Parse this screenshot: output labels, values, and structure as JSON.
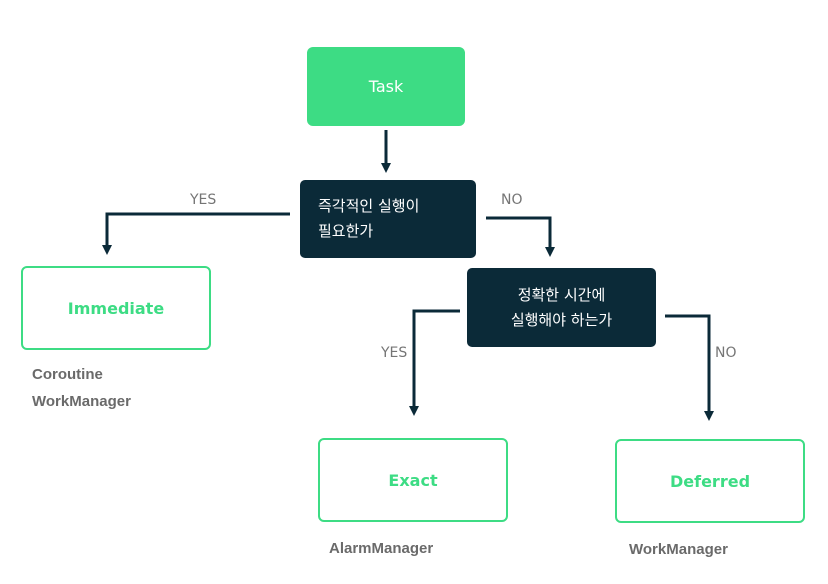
{
  "task": {
    "label": "Task"
  },
  "decision_immediate": {
    "line1": "즉각적인 실행이",
    "line2": "필요한가"
  },
  "decision_exact": {
    "line1": "정확한 시간에",
    "line2": "실행해야 하는가"
  },
  "branches": {
    "immediate_yes": "YES",
    "immediate_no": "NO",
    "exact_yes": "YES",
    "exact_no": "NO"
  },
  "outcomes": {
    "immediate": {
      "label": "Immediate",
      "apis": [
        "Coroutine",
        "WorkManager"
      ]
    },
    "exact": {
      "label": "Exact",
      "apis": [
        "AlarmManager"
      ]
    },
    "deferred": {
      "label": "Deferred",
      "apis": [
        "WorkManager"
      ]
    }
  },
  "colors": {
    "green": "#3ddc84",
    "navy": "#0b2a38",
    "label_gray": "#757575"
  }
}
